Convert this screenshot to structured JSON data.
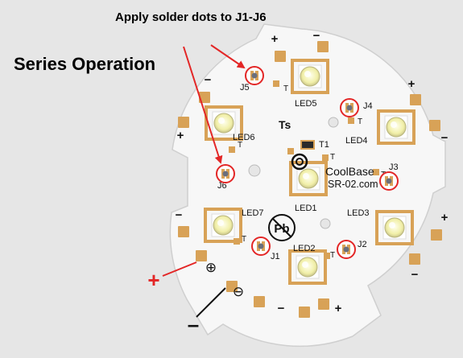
{
  "captions": {
    "instruction": "Apply solder dots to J1-J6",
    "mode": "Series Operation"
  },
  "external_marks": {
    "positive": "+",
    "negative": "–"
  },
  "board": {
    "brand": "CoolBase",
    "url": "SR-02.com",
    "thermistor_label": "Ts",
    "sensor_label": "T1",
    "pb_label": "Pb",
    "pad_plus": "+",
    "pad_minus": "−",
    "plus_symbol": "⊕",
    "minus_symbol": "⊖",
    "test_point_label": "T",
    "colors": {
      "board": "#f7f7f7",
      "pad": "#d8a257",
      "jumper_ring": "#e32626",
      "arrow": "#e32626",
      "led_lens": "#f1efa8"
    }
  },
  "leds": [
    {
      "id": "led1",
      "label": "LED1"
    },
    {
      "id": "led2",
      "label": "LED2"
    },
    {
      "id": "led3",
      "label": "LED3"
    },
    {
      "id": "led4",
      "label": "LED4"
    },
    {
      "id": "led5",
      "label": "LED5"
    },
    {
      "id": "led6",
      "label": "LED6"
    },
    {
      "id": "led7",
      "label": "LED7"
    }
  ],
  "jumpers": [
    {
      "id": "j1",
      "label": "J1"
    },
    {
      "id": "j2",
      "label": "J2"
    },
    {
      "id": "j3",
      "label": "J3"
    },
    {
      "id": "j4",
      "label": "J4"
    },
    {
      "id": "j5",
      "label": "J5"
    },
    {
      "id": "j6",
      "label": "J6"
    }
  ]
}
